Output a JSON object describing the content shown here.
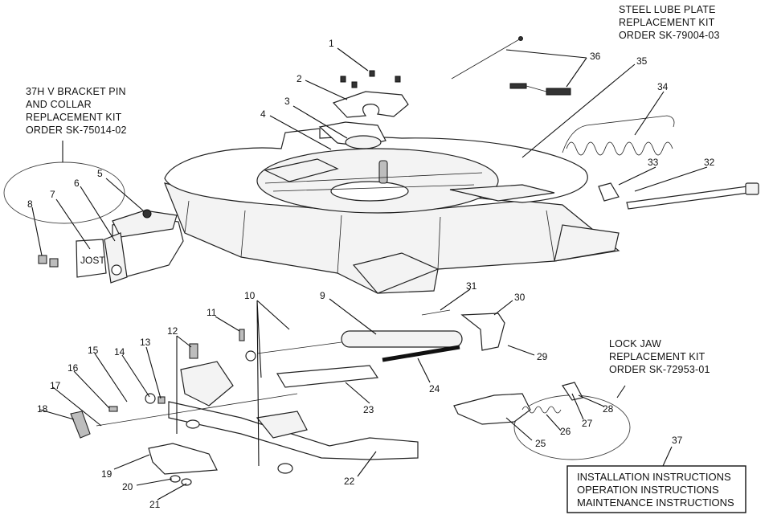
{
  "kits": {
    "lube_plate": [
      "STEEL LUBE PLATE",
      "REPLACEMENT KIT",
      "ORDER SK-79004-03"
    ],
    "v_bracket": [
      "37H V BRACKET PIN",
      "AND COLLAR",
      "REPLACEMENT KIT",
      "ORDER SK-75014-02"
    ],
    "lock_jaw": [
      "LOCK JAW",
      "REPLACEMENT KIT",
      "ORDER SK-72953-01"
    ]
  },
  "instructions_box": [
    "INSTALLATION INSTRUCTIONS",
    "OPERATION INSTRUCTIONS",
    "MAINTENANCE INSTRUCTIONS"
  ],
  "bracket_stamp": "JOST",
  "part_numbers": [
    "1",
    "2",
    "3",
    "4",
    "5",
    "6",
    "7",
    "8",
    "9",
    "10",
    "11",
    "12",
    "13",
    "14",
    "15",
    "16",
    "17",
    "18",
    "19",
    "20",
    "21",
    "22",
    "23",
    "24",
    "25",
    "26",
    "27",
    "28",
    "29",
    "30",
    "31",
    "32",
    "33",
    "34",
    "35",
    "36",
    "37"
  ]
}
